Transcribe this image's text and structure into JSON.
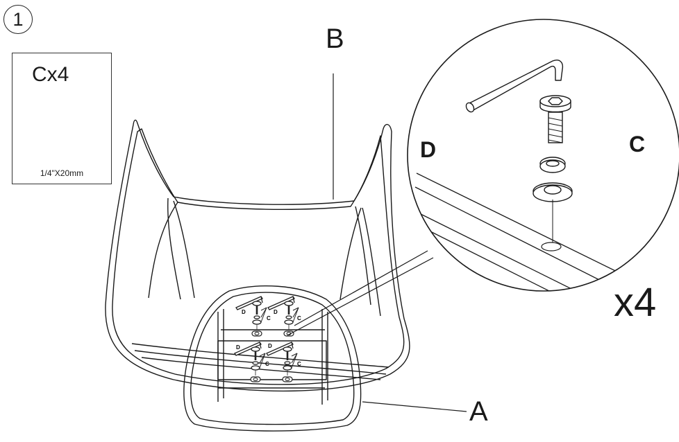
{
  "step": {
    "number": "1"
  },
  "hardware_box": {
    "quantity_label": "Cx4",
    "size_label": "1/4\"X20mm"
  },
  "callouts": {
    "seat": "B",
    "base": "A",
    "allen_key": "D",
    "bolt_washers": "C"
  },
  "detail": {
    "repeat_count": "x4"
  },
  "mini_labels": {
    "d": "D",
    "c": "C"
  },
  "colors": {
    "line": "#1a1a1a",
    "background": "#ffffff"
  },
  "icons": [
    "hex-bolt-icon",
    "allen-key-icon",
    "spring-washer-icon",
    "flat-washer-icon"
  ]
}
